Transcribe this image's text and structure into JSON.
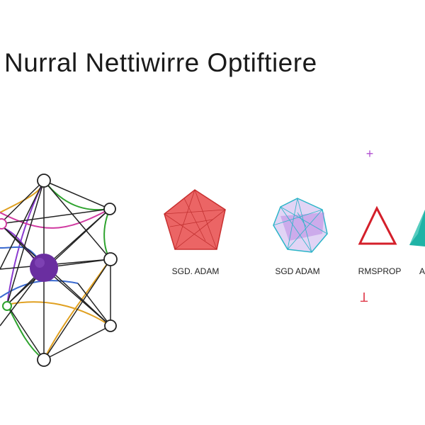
{
  "title": "Nurral Nettiwirre Optiftiere",
  "optimizers": [
    {
      "label": "SGD. ADAM",
      "shape": "pentagon-icon",
      "color": "#e84a4a"
    },
    {
      "label": "SGD ADAM",
      "shape": "hexagon-icon",
      "color": "#2bb5c8"
    },
    {
      "label": "RMSPROP",
      "shape": "triangle-icon",
      "color": "#d41f2a"
    },
    {
      "label": "A",
      "shape": "prism-icon",
      "color": "#1fb3a6"
    }
  ],
  "marks": [
    {
      "glyph": "+",
      "color": "#b04fd0"
    },
    {
      "glyph": "T",
      "color": "#e03a4a"
    }
  ],
  "network": {
    "center_color": "#6a2ea0",
    "edge_colors": [
      "#222222",
      "#2ea32e",
      "#8a3ad0",
      "#e0a020",
      "#3a6ad0",
      "#d03aa0"
    ]
  }
}
